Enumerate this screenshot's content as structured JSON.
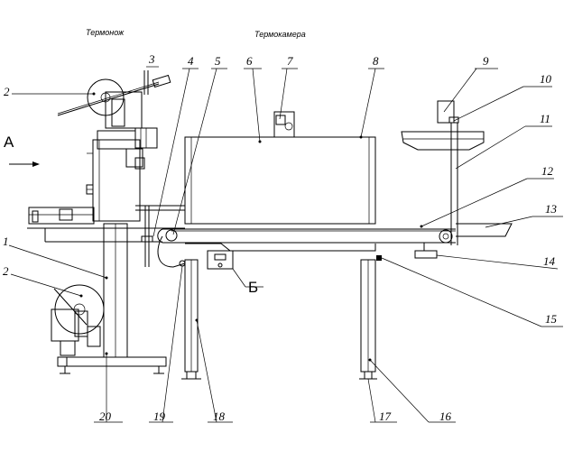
{
  "captions": {
    "thermoknife": "Термонож",
    "thermochamber": "Термокамера"
  },
  "views": {
    "view_a": "А",
    "view_b": "Б"
  },
  "callouts": [
    "1",
    "2",
    "2",
    "3",
    "4",
    "5",
    "6",
    "7",
    "8",
    "9",
    "10",
    "11",
    "12",
    "13",
    "14",
    "15",
    "16",
    "17",
    "18",
    "19",
    "20"
  ]
}
